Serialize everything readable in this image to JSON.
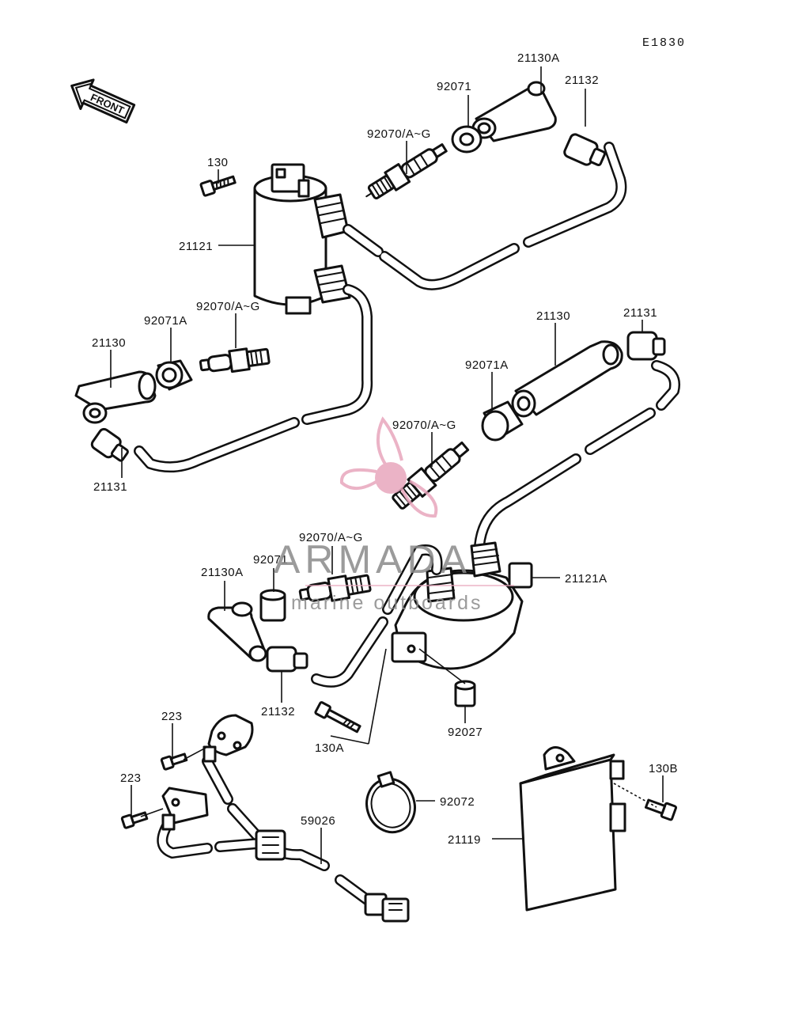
{
  "diagram_code": "E1830",
  "front_label": "FRONT",
  "callouts": {
    "c21130A_top": "21130A",
    "c92071_top": "92071",
    "c21132_top": "21132",
    "c92070_top": "92070/A~G",
    "c130": "130",
    "c21121": "21121",
    "c92070_left": "92070/A~G",
    "c92071A_left": "92071A",
    "c21130_left": "21130",
    "c21131_left": "21131",
    "c21130_right": "21130",
    "c21131_right": "21131",
    "c92071A_right": "92071A",
    "c92070_mid": "92070/A~G",
    "c92070_low": "92070/A~G",
    "c92071_low": "92071",
    "c21130A_low": "21130A",
    "c21121A": "21121A",
    "c21132_low": "21132",
    "c130A": "130A",
    "c92027": "92027",
    "c223_a": "223",
    "c223_b": "223",
    "c59026": "59026",
    "c92072": "92072",
    "c130B": "130B",
    "c21119": "21119"
  },
  "watermark": {
    "title": "ARMADA",
    "subtitle": "marine outboards",
    "logo_icon": "propeller-icon",
    "pink": "#e8a6bd",
    "gray": "#8a8a8a"
  },
  "colors": {
    "line": "#111111",
    "background": "#ffffff"
  }
}
